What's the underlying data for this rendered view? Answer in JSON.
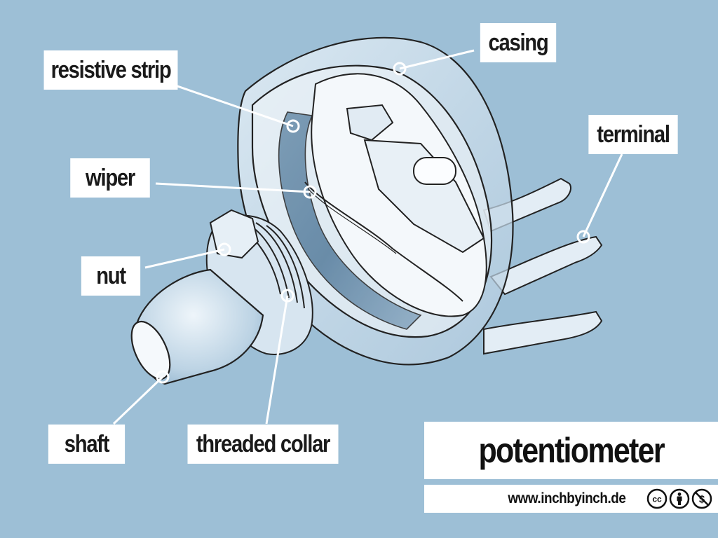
{
  "diagram": {
    "subject": "potentiometer",
    "labels": {
      "casing": "casing",
      "resistive_strip": "resistive strip",
      "terminal": "terminal",
      "wiper": "wiper",
      "nut": "nut",
      "shaft": "shaft",
      "threaded_collar": "threaded collar"
    },
    "website": "www.inchbyinch.de",
    "license_icons": [
      "cc-icon",
      "attribution-icon",
      "noncommercial-icon"
    ]
  },
  "colors": {
    "background": "#9dbfd6",
    "label_bg": "#ffffff",
    "ink": "#222222",
    "shading": "#3f6f93"
  }
}
